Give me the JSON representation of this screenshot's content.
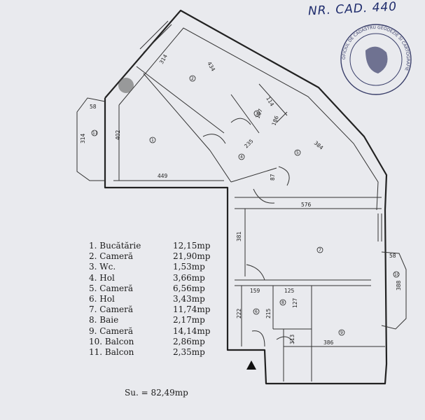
{
  "header_note": "NR. CAD. 440",
  "stamp_text": "OFICIUL DE CADASTRU GEODEZIE SI CARTOGRAFIE",
  "dimensions": [
    "314",
    "434",
    "58",
    "314",
    "402",
    "449",
    "114",
    "187",
    "186",
    "235",
    "384",
    "576",
    "381",
    "58",
    "388",
    "159",
    "125",
    "127",
    "222",
    "215",
    "313",
    "386",
    "87"
  ],
  "rooms": [
    {
      "no": "1.",
      "name": "Bucătărie",
      "area": "12,15mp"
    },
    {
      "no": "2.",
      "name": "Cameră",
      "area": "21,90mp"
    },
    {
      "no": "3.",
      "name": "Wc.",
      "area": "1,53mp"
    },
    {
      "no": "4.",
      "name": "Hol",
      "area": "3,66mp"
    },
    {
      "no": "5.",
      "name": "Cameră",
      "area": "6,56mp"
    },
    {
      "no": "6.",
      "name": "Hol",
      "area": "3,43mp"
    },
    {
      "no": "7.",
      "name": "Cameră",
      "area": "11,74mp"
    },
    {
      "no": "8.",
      "name": "Baie",
      "area": "2,17mp"
    },
    {
      "no": "9.",
      "name": "Cameră",
      "area": "14,14mp"
    },
    {
      "no": "10.",
      "name": "Balcon",
      "area": "2,86mp"
    },
    {
      "no": "11.",
      "name": "Balcon",
      "area": "2,35mp"
    }
  ],
  "total_label": "Su. = 82,49mp",
  "room_markers": [
    "1",
    "2",
    "3",
    "4",
    "5",
    "6",
    "7",
    "8",
    "9",
    "10",
    "11"
  ]
}
